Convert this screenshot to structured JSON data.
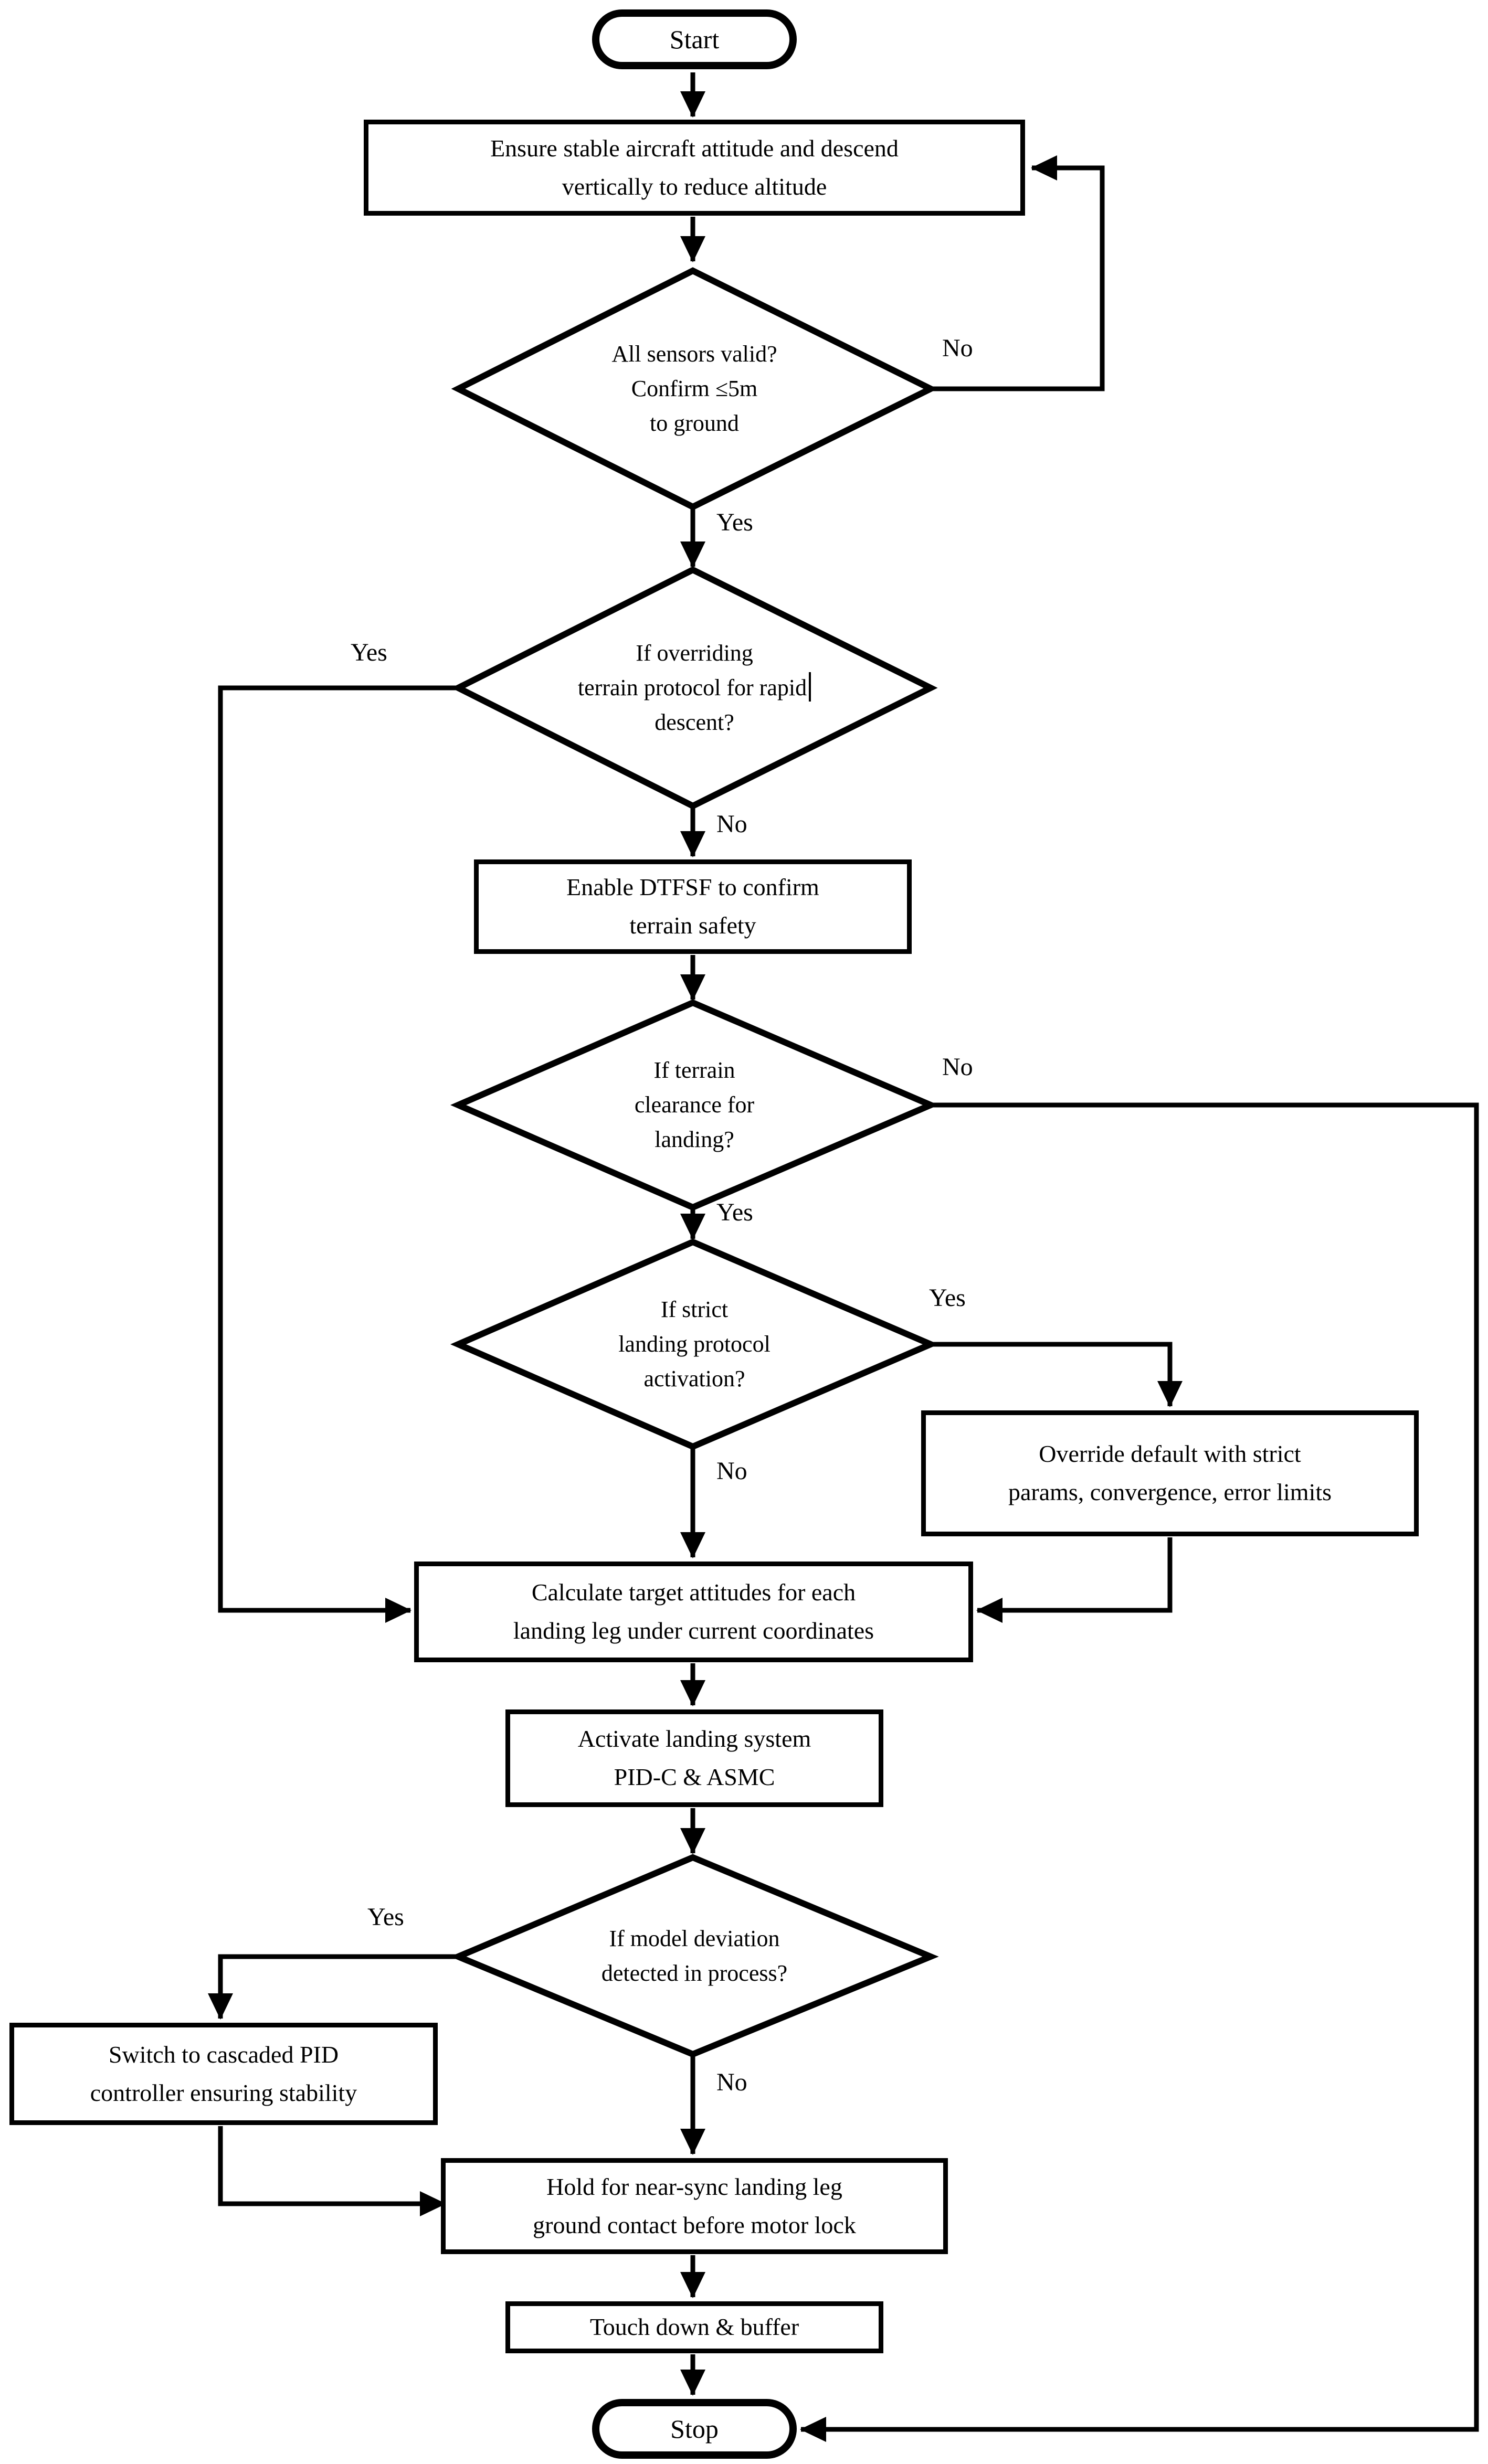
{
  "flowchart": {
    "colors": {
      "stroke": "#000000",
      "fill": "#ffffff",
      "background": "#ffffff"
    },
    "nodes": {
      "start": {
        "label": "Start"
      },
      "descend": {
        "lines": [
          "Ensure stable aircraft attitude and descend",
          "vertically to reduce altitude"
        ]
      },
      "sensors_valid": {
        "lines": [
          "All sensors valid?",
          "Confirm ≤5m",
          "to ground"
        ]
      },
      "override_protocol": {
        "lines": [
          "If overriding",
          "terrain protocol for rapid",
          "descent?"
        ]
      },
      "enable_dtfsf": {
        "lines": [
          "Enable DTFSF to confirm",
          "terrain safety"
        ]
      },
      "terrain_clearance": {
        "lines": [
          "If terrain",
          "clearance for",
          "landing?"
        ]
      },
      "strict_protocol": {
        "lines": [
          "If strict",
          "landing protocol",
          "activation?"
        ]
      },
      "override_params": {
        "lines": [
          "Override default with strict",
          "params, convergence, error limits"
        ]
      },
      "calculate_attitudes": {
        "lines": [
          "Calculate target attitudes for each",
          "landing leg under current coordinates"
        ]
      },
      "activate_system": {
        "lines": [
          "Activate landing system",
          "PID-C & ASMC"
        ]
      },
      "model_deviation": {
        "lines": [
          "If model deviation",
          "detected in process?"
        ]
      },
      "cascaded_pid": {
        "lines": [
          "Switch to cascaded PID",
          "controller ensuring stability"
        ]
      },
      "hold_contact": {
        "lines": [
          "Hold for near-sync landing leg",
          "ground contact before motor lock"
        ]
      },
      "touchdown": {
        "label": "Touch down & buffer"
      },
      "stop": {
        "label": "Stop"
      }
    },
    "edge_labels": {
      "sensors_no": "No",
      "sensors_yes": "Yes",
      "override_yes": "Yes",
      "override_no": "No",
      "terrain_no": "No",
      "terrain_yes": "Yes",
      "strict_yes": "Yes",
      "strict_no": "No",
      "deviation_yes": "Yes",
      "deviation_no": "No"
    }
  }
}
